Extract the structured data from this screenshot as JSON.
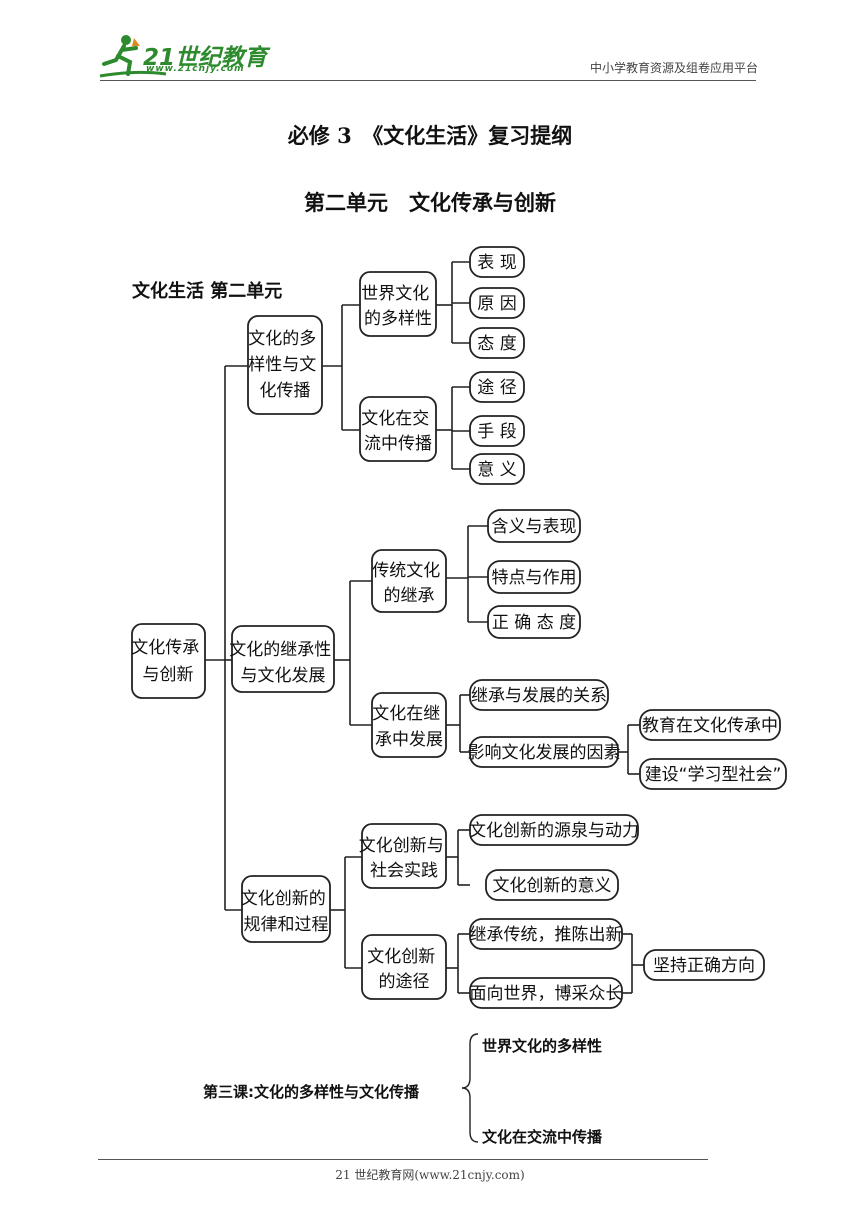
{
  "header": {
    "logo_text": "21世纪教育",
    "logo_url": "www.21cnjy.com",
    "platform": "中小学教育资源及组卷应用平台"
  },
  "titles": {
    "main": "必修 3　《文化生活》复习提纲",
    "unit": "第二单元　文化传承与创新"
  },
  "mindmap": {
    "caption": "文化生活 第二单元",
    "root": [
      "文化传承",
      "与创新"
    ],
    "branch1": {
      "label": [
        "文化的多",
        "样性与文",
        "化传播"
      ],
      "sub1": {
        "label": [
          "世界文化",
          "的多样性"
        ],
        "items": [
          "表 现",
          "原 因",
          "态 度"
        ]
      },
      "sub2": {
        "label": [
          "文化在交",
          "流中传播"
        ],
        "items": [
          "途 径",
          "手 段",
          "意 义"
        ]
      }
    },
    "branch2": {
      "label": [
        "文化的继承性",
        "与文化发展"
      ],
      "sub1": {
        "label": [
          "传统文化",
          "的继承"
        ],
        "items": [
          "含义与表现",
          "特点与作用",
          "正 确 态 度"
        ]
      },
      "sub2": {
        "label": [
          "文化在继",
          "承中发展"
        ],
        "items": [
          "继承与发展的关系",
          "影响文化发展的因素"
        ],
        "factors": [
          "教育在文化传承中",
          "建设“学习型社会”"
        ]
      }
    },
    "branch3": {
      "label": [
        "文化创新的",
        "规律和过程"
      ],
      "sub1": {
        "label": [
          "文化创新与",
          "社会实践"
        ],
        "items": [
          "文化创新的源泉与动力",
          "文化创新的意义"
        ]
      },
      "sub2": {
        "label": [
          "文化创新",
          "的途径"
        ],
        "items": [
          "继承传统，推陈出新",
          "面向世界，博采众长"
        ],
        "merge": "坚持正确方向"
      }
    }
  },
  "lesson3": {
    "label": "第三课:文化的多样性与文化传播",
    "items": [
      "世界文化的多样性",
      "文化在交流中传播"
    ]
  },
  "footer": "21 世纪教育网(www.21cnjy.com)"
}
